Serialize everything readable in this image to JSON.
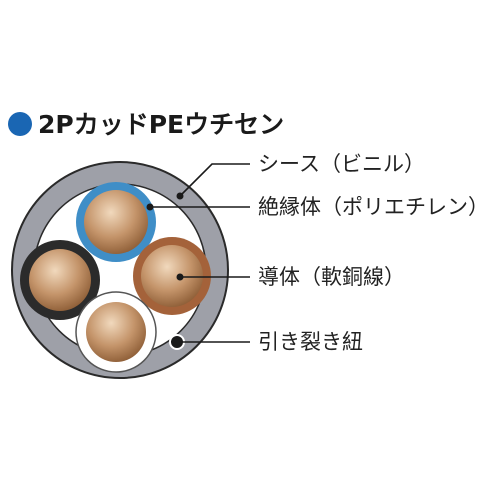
{
  "title": {
    "text": "2PカッドPEウチセン",
    "bullet_color": "#1a66b3"
  },
  "callouts": [
    {
      "label": "シース（ビニル）",
      "target": "sheath"
    },
    {
      "label": "絶縁体（ポリエチレン）",
      "target": "insulation"
    },
    {
      "label": "導体（軟銅線）",
      "target": "conductor"
    },
    {
      "label": "引き裂き紐",
      "target": "rip-cord"
    }
  ],
  "colors": {
    "sheath": "#9ea0a8",
    "sheath_edge": "#2a2a2a",
    "filler": "#ffffff",
    "conductor_light": "#f1d9bd",
    "conductor_dark": "#8a5a33",
    "insulation_blue": "#3f8ec7",
    "insulation_black": "#2b2b2b",
    "insulation_brown": "#a4623a",
    "insulation_white": "#ffffff",
    "marker": "#1a1a1a"
  }
}
